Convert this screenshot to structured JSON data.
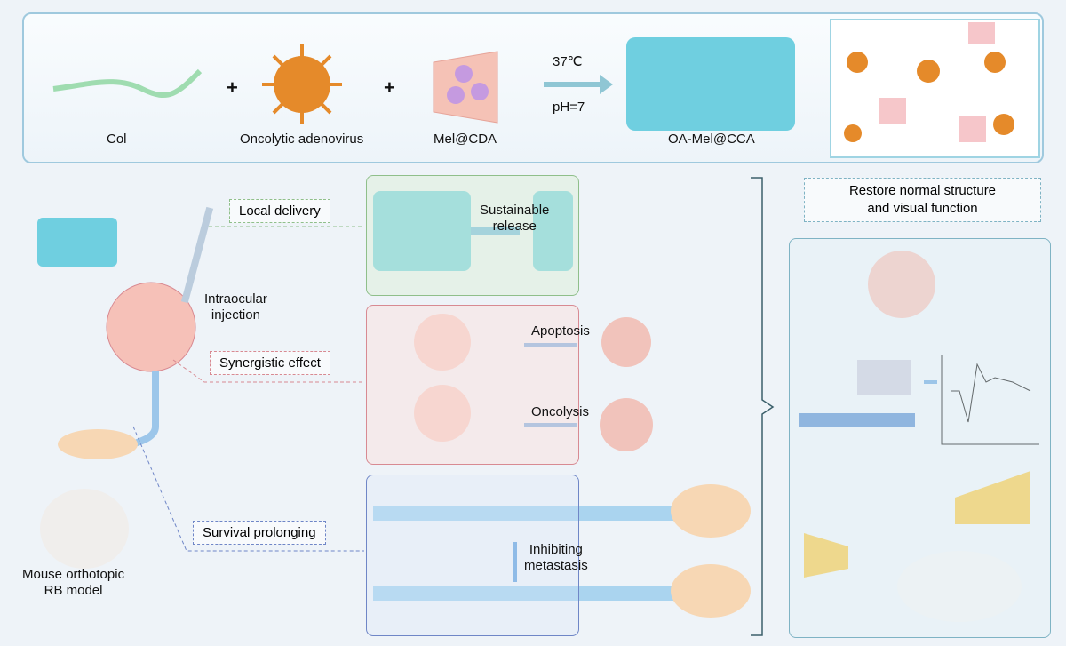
{
  "top": {
    "components": [
      "Col",
      "Oncolytic adenovirus",
      "Mel@CDA"
    ],
    "plus": "+",
    "conditions": [
      "37℃",
      "pH=7"
    ],
    "product": "OA-Mel@CCA"
  },
  "left": {
    "injection": "Intraocular\ninjection",
    "model": "Mouse orthotopic\nRB model",
    "tags": [
      "Local delivery",
      "Synergistic effect",
      "Survival prolonging"
    ]
  },
  "middle": {
    "release": "Sustainable\nrelease",
    "apoptosis": "Apoptosis",
    "oncolysis": "Oncolysis",
    "metastasis": "Inhibiting\nmetastasis"
  },
  "right": {
    "title": "Restore normal structure\nand visual function"
  },
  "colors": {
    "green": "#8fbf8a",
    "pink": "#d88a92",
    "blue": "#6f86c7",
    "teal": "#7fb3c4",
    "virus": "#e58a2a",
    "gel": "#6fcfe0"
  }
}
